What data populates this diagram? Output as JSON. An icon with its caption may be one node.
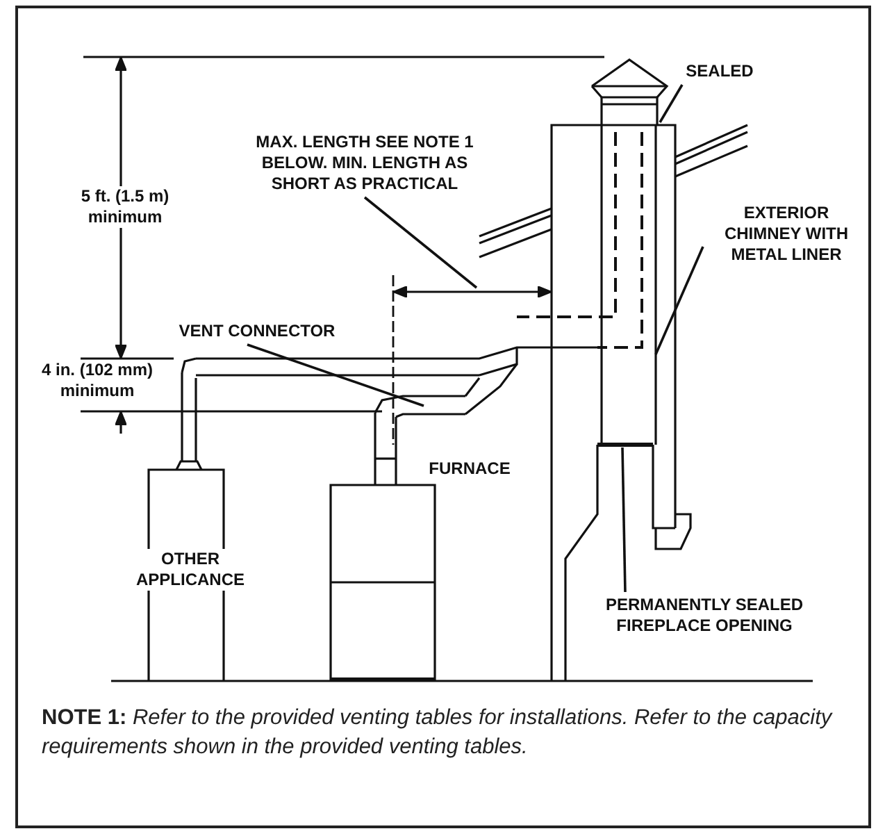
{
  "diagram": {
    "nodes": [
      {
        "text": [
          "MAX. LENGTH SEE NOTE 1 BELOW. MIN. LENGTH AS SHORT AS PRACTICAL"
        ]
      },
      {
        "text": [
          "VENT CONNECTOR"
        ]
      },
      {
        "text": [
          "SEALED"
        ]
      },
      {
        "text": [
          "EXTERIOR CHIMNEY WITH METAL LINER"
        ]
      },
      {
        "text": [
          "PERMANENTLY SEALED FIREPLACE OPENING"
        ]
      }
    ],
    "edges": [
      {
        "from": 0,
        "to": null,
        "arrow": "none"
      },
      {
        "from": 1,
        "to": null,
        "arrow": "none"
      },
      {
        "from": 2,
        "to": null,
        "arrow": "none"
      },
      {
        "from": 3,
        "to": null,
        "arrow": "none"
      },
      {
        "from": 4,
        "to": null,
        "arrow": "none"
      }
    ],
    "labels": [
      "5 ft. (1.5 m) minimum",
      "4 in. (102 mm) minimum",
      "FURNACE",
      "OTHER APPLICANCE",
      "**NOTE 1:** *Refer to the provided venting tables for installations. Refer to the capacity requirements shown in the provided venting tables.*"
    ]
  }
}
